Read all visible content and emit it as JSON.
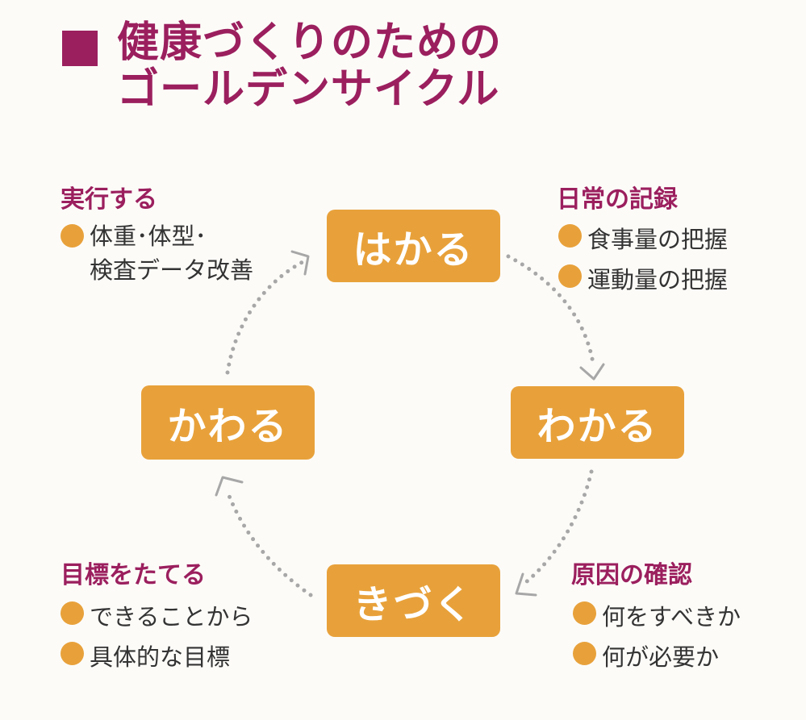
{
  "title": {
    "line1": "健康づくりのための",
    "line2": "ゴールデンサイクル"
  },
  "cycle": {
    "top": "はかる",
    "right": "わかる",
    "bottom": "きづく",
    "left": "かわる"
  },
  "notes": {
    "top_left": {
      "heading": "実行する",
      "items": [
        "体重･体型･",
        "検査データ改善"
      ]
    },
    "top_right": {
      "heading": "日常の記録",
      "items": [
        "食事量の把握",
        "運動量の把握"
      ]
    },
    "bottom_left": {
      "heading": "目標をたてる",
      "items": [
        "できることから",
        "具体的な目標"
      ]
    },
    "bottom_right": {
      "heading": "原因の確認",
      "items": [
        "何をすべきか",
        "何が必要か"
      ]
    }
  },
  "colors": {
    "accent": "#9b1f5e",
    "box": "#e8a13a",
    "arrow": "#a7a7a7"
  }
}
